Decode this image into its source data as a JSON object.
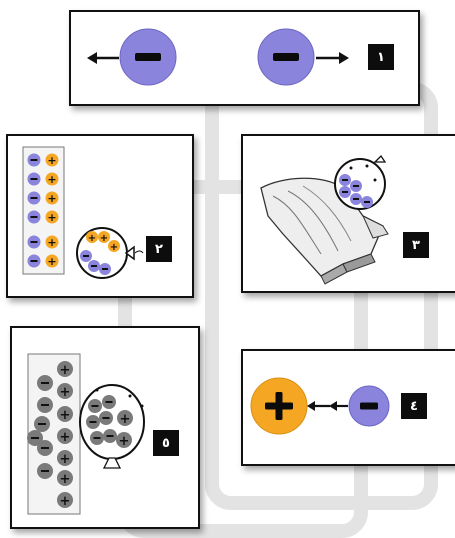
{
  "panels": [
    {
      "number": "١",
      "scene": "like-charges-repel"
    },
    {
      "number": "٢",
      "scene": "balloon-and-wool-charges"
    },
    {
      "number": "٣",
      "scene": "balloon-rubbed-with-wool"
    },
    {
      "number": "٤",
      "scene": "opposite-charges-attract"
    },
    {
      "number": "٥",
      "scene": "balloon-near-neutral-object"
    }
  ],
  "symbols": {
    "positive": "+",
    "negative": "−"
  },
  "colors": {
    "negative": "#8a84dc",
    "positive": "#f5a623",
    "neutral": "#7a7a7a",
    "badge": "#0d0d0d",
    "watermark": "#e3e3e3"
  }
}
